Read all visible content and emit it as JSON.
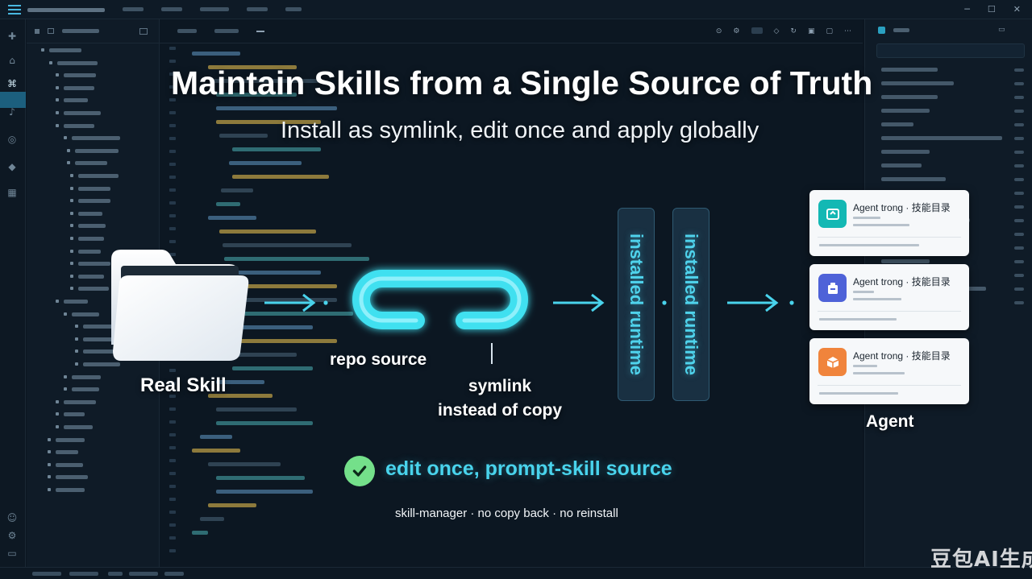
{
  "diagram": {
    "title": "Maintain Skills from a Single Source of Truth",
    "subtitle": "Install as symlink, edit once and apply globally",
    "source_label": "Real Skill",
    "link_label": "repo source",
    "symlink_label_line1": "symlink",
    "symlink_label_line2": "instead of copy",
    "runtime_labels": [
      "installed runtime",
      "installed runtime"
    ],
    "agents_label": "Agent",
    "agents": [
      {
        "name": "Agent trong · 技能目录",
        "color": "#13b8b4",
        "icon": "folder-icon"
      },
      {
        "name": "Agent trong · 技能目录",
        "color": "#4e62d8",
        "icon": "box-icon"
      },
      {
        "name": "Agent trong · 技能目录",
        "color": "#f0843c",
        "icon": "cube-icon"
      }
    ],
    "result": "edit once, prompt-skill source",
    "footer": "skill-manager · no copy back · no reinstall"
  },
  "watermark": "豆包AI生成",
  "colors": {
    "accent_cyan": "#49d3ec",
    "check_green": "#74e08a",
    "background": "#0b1520"
  }
}
